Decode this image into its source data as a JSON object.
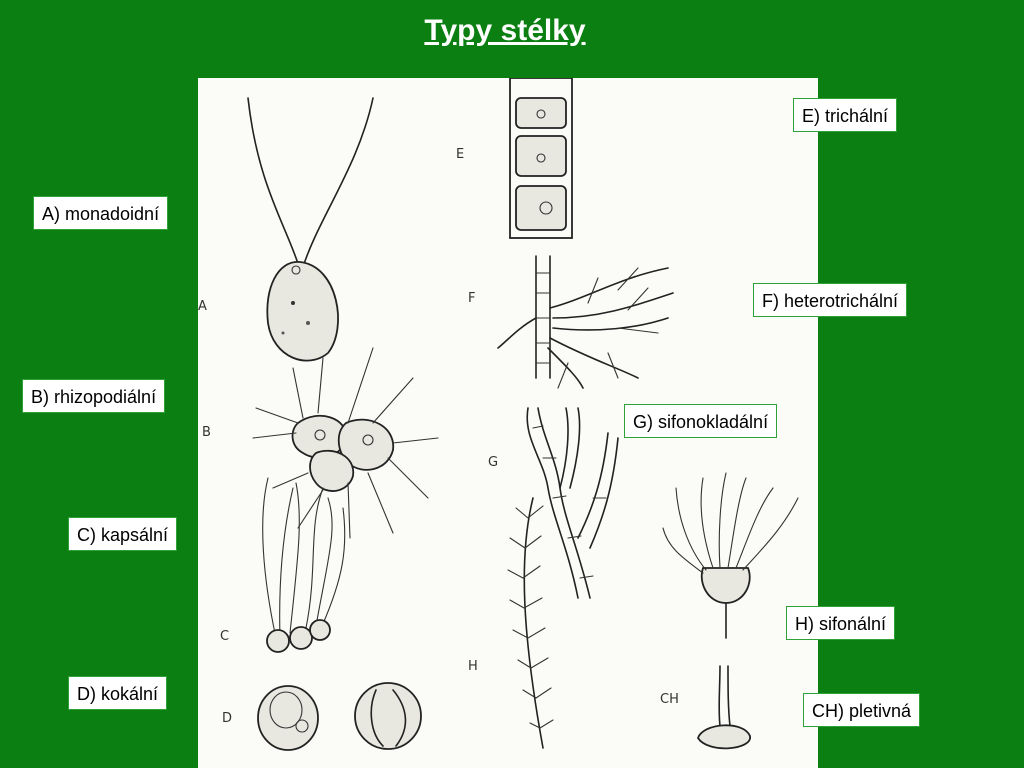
{
  "slide": {
    "title": "Typy stélky",
    "background_color": "#0b7f12"
  },
  "labels": {
    "a": "A) monadoidní",
    "b": "B) rhizopodiální",
    "c": "C) kapsální",
    "d": "D) kokální",
    "e": "E) trichální",
    "f": "F) heterotrichální",
    "g": "G) sifonokladální",
    "h": "H) sifonální",
    "ch": "CH) pletivná"
  },
  "figure_letters": {
    "a": "A",
    "b": "B",
    "c": "C",
    "d": "D",
    "e": "E",
    "f": "F",
    "g": "G",
    "h": "H",
    "ch": "CH"
  }
}
